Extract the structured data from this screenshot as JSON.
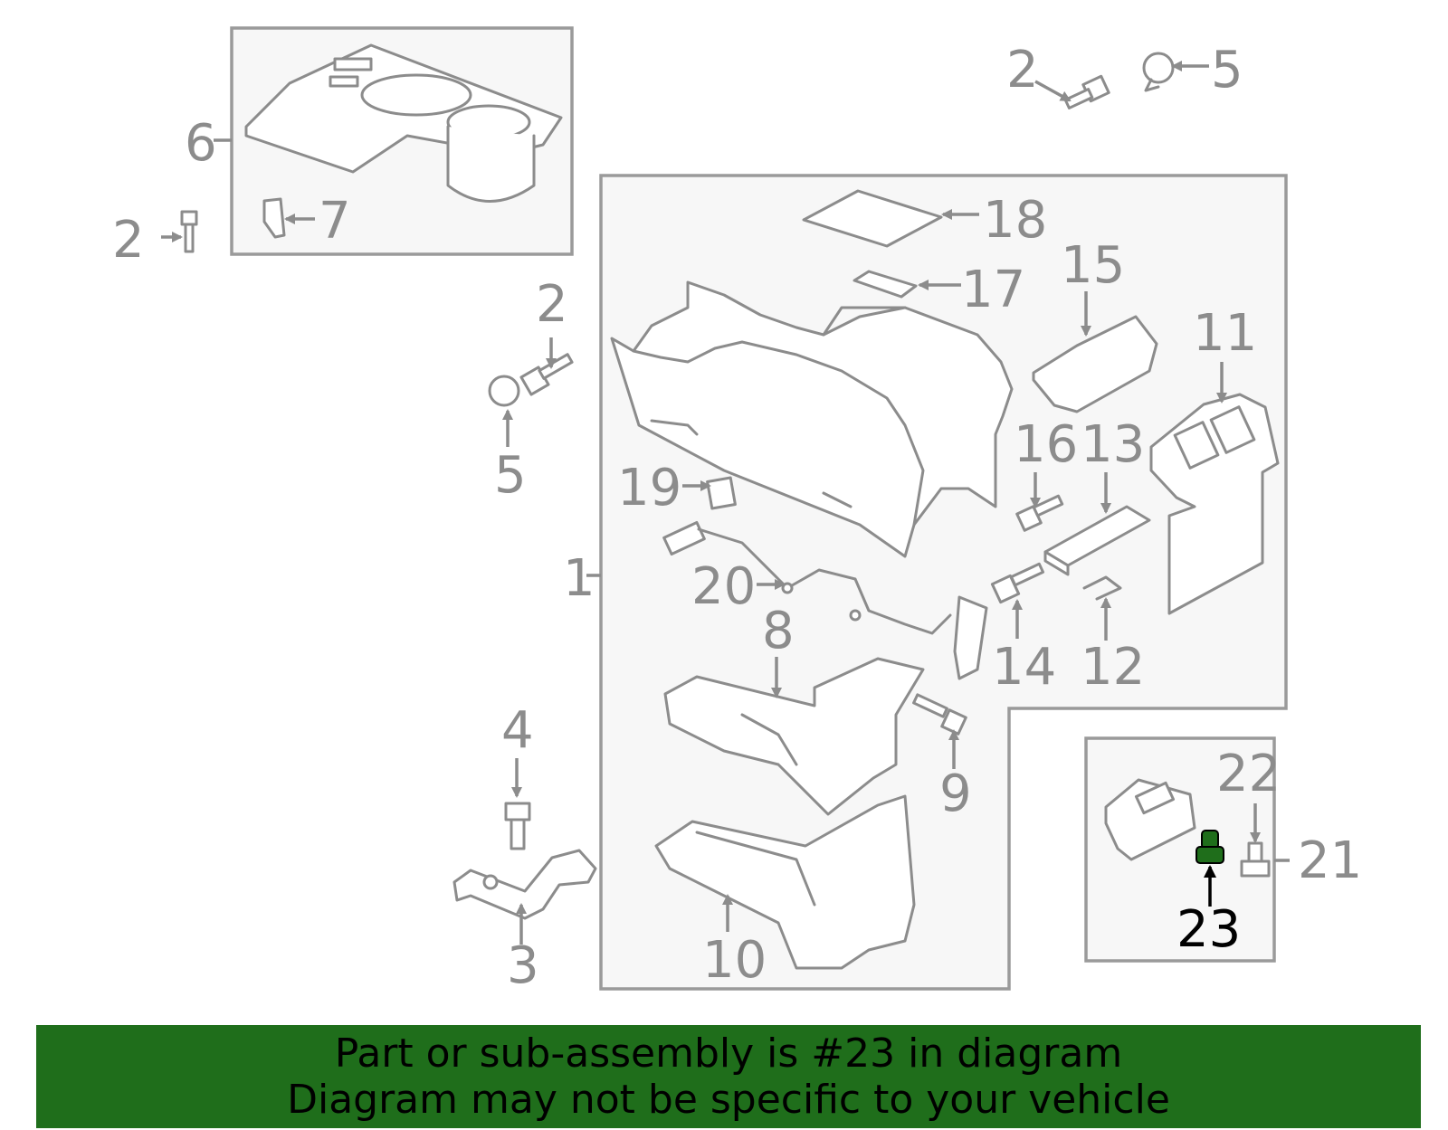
{
  "diagram": {
    "highlight_color": "#1f6e1b",
    "highlighted_part": "23",
    "callouts": {
      "c1": "1",
      "c2a": "2",
      "c2b": "2",
      "c2c": "2",
      "c3": "3",
      "c4": "4",
      "c5a": "5",
      "c5b": "5",
      "c6": "6",
      "c7": "7",
      "c8": "8",
      "c9": "9",
      "c10": "10",
      "c11": "11",
      "c12": "12",
      "c13": "13",
      "c14": "14",
      "c15": "15",
      "c16": "16",
      "c17": "17",
      "c18": "18",
      "c19": "19",
      "c20": "20",
      "c21": "21",
      "c22": "22",
      "c23": "23"
    }
  },
  "banner": {
    "line1": "Part or sub-assembly is #23 in diagram",
    "line2": "Diagram may not be specific to your vehicle",
    "background": "#1f6e1b"
  }
}
